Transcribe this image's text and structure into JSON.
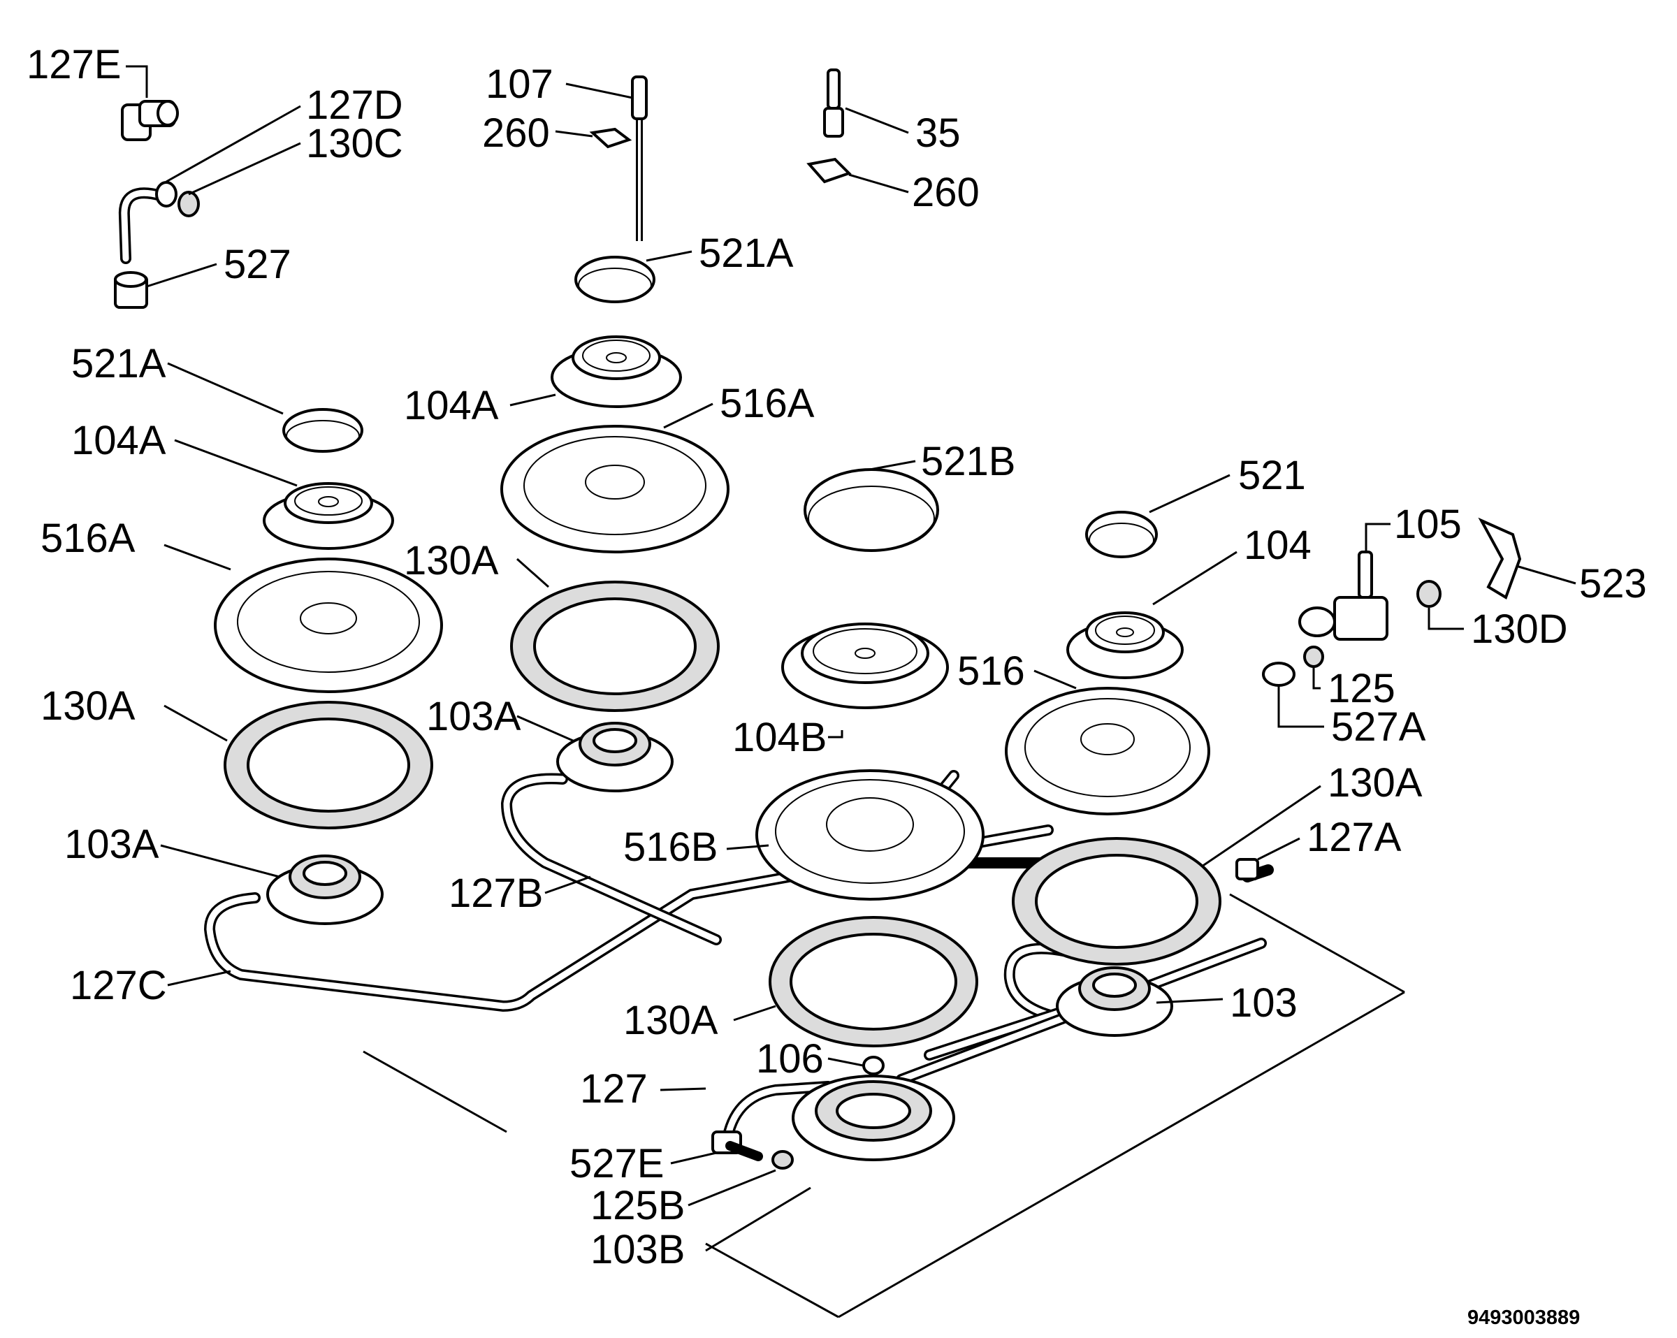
{
  "diagram": {
    "reference_number": "9493003889",
    "labels": [
      {
        "id": "l127e",
        "text": "127E"
      },
      {
        "id": "l127d",
        "text": "127D"
      },
      {
        "id": "l130c",
        "text": "130C"
      },
      {
        "id": "l527",
        "text": "527"
      },
      {
        "id": "l107",
        "text": "107"
      },
      {
        "id": "l260a",
        "text": "260"
      },
      {
        "id": "l35",
        "text": "35"
      },
      {
        "id": "l260b",
        "text": "260"
      },
      {
        "id": "l521a_top",
        "text": "521A"
      },
      {
        "id": "l521a_left",
        "text": "521A"
      },
      {
        "id": "l104a_mid",
        "text": "104A"
      },
      {
        "id": "l516a_mid",
        "text": "516A"
      },
      {
        "id": "l104a_left",
        "text": "104A"
      },
      {
        "id": "l521b",
        "text": "521B"
      },
      {
        "id": "l521",
        "text": "521"
      },
      {
        "id": "l105",
        "text": "105"
      },
      {
        "id": "l516a_left",
        "text": "516A"
      },
      {
        "id": "l130a_mid",
        "text": "130A"
      },
      {
        "id": "l104",
        "text": "104"
      },
      {
        "id": "l523",
        "text": "523"
      },
      {
        "id": "l130d",
        "text": "130D"
      },
      {
        "id": "l130a_left",
        "text": "130A"
      },
      {
        "id": "l516",
        "text": "516"
      },
      {
        "id": "l125",
        "text": "125"
      },
      {
        "id": "l103a_mid",
        "text": "103A"
      },
      {
        "id": "l104b",
        "text": "104B"
      },
      {
        "id": "l527a",
        "text": "527A"
      },
      {
        "id": "l130a_right",
        "text": "130A"
      },
      {
        "id": "l103a_left",
        "text": "103A"
      },
      {
        "id": "l516b",
        "text": "516B"
      },
      {
        "id": "l127a",
        "text": "127A"
      },
      {
        "id": "l127b",
        "text": "127B"
      },
      {
        "id": "l127c",
        "text": "127C"
      },
      {
        "id": "l103",
        "text": "103"
      },
      {
        "id": "l130a_bottom",
        "text": "130A"
      },
      {
        "id": "l106",
        "text": "106"
      },
      {
        "id": "l127",
        "text": "127"
      },
      {
        "id": "l527e",
        "text": "527E"
      },
      {
        "id": "l125b",
        "text": "125B"
      },
      {
        "id": "l103b",
        "text": "103B"
      }
    ]
  }
}
